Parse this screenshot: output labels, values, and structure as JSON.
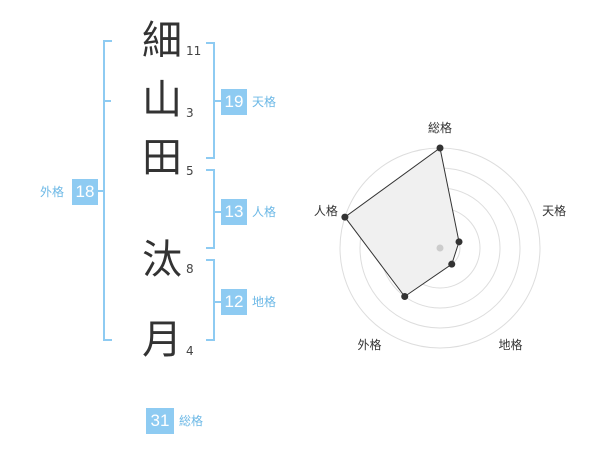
{
  "name": {
    "chars": [
      {
        "char": "細",
        "strokes": "11"
      },
      {
        "char": "山",
        "strokes": "3"
      },
      {
        "char": "田",
        "strokes": "5"
      },
      {
        "char": "汰",
        "strokes": "8"
      },
      {
        "char": "月",
        "strokes": "4"
      }
    ]
  },
  "kakusu": {
    "tenkaku": {
      "value": "19",
      "label": "天格"
    },
    "jinkaku": {
      "value": "13",
      "label": "人格"
    },
    "chikaku": {
      "value": "12",
      "label": "地格"
    },
    "gaikaku": {
      "value": "18",
      "label": "外格"
    },
    "soukaku": {
      "value": "31",
      "label": "総格"
    }
  },
  "colors": {
    "accent": "#8ecbf2",
    "bracket": "#8ecbf2",
    "label": "#6cb8e6",
    "text": "#333333"
  },
  "chart_data": {
    "type": "radar",
    "axes": [
      "総格",
      "天格",
      "地格",
      "外格",
      "人格"
    ],
    "values": [
      5,
      1,
      1,
      3,
      5
    ],
    "range": [
      0,
      5
    ],
    "rings": 5,
    "grid": true
  }
}
